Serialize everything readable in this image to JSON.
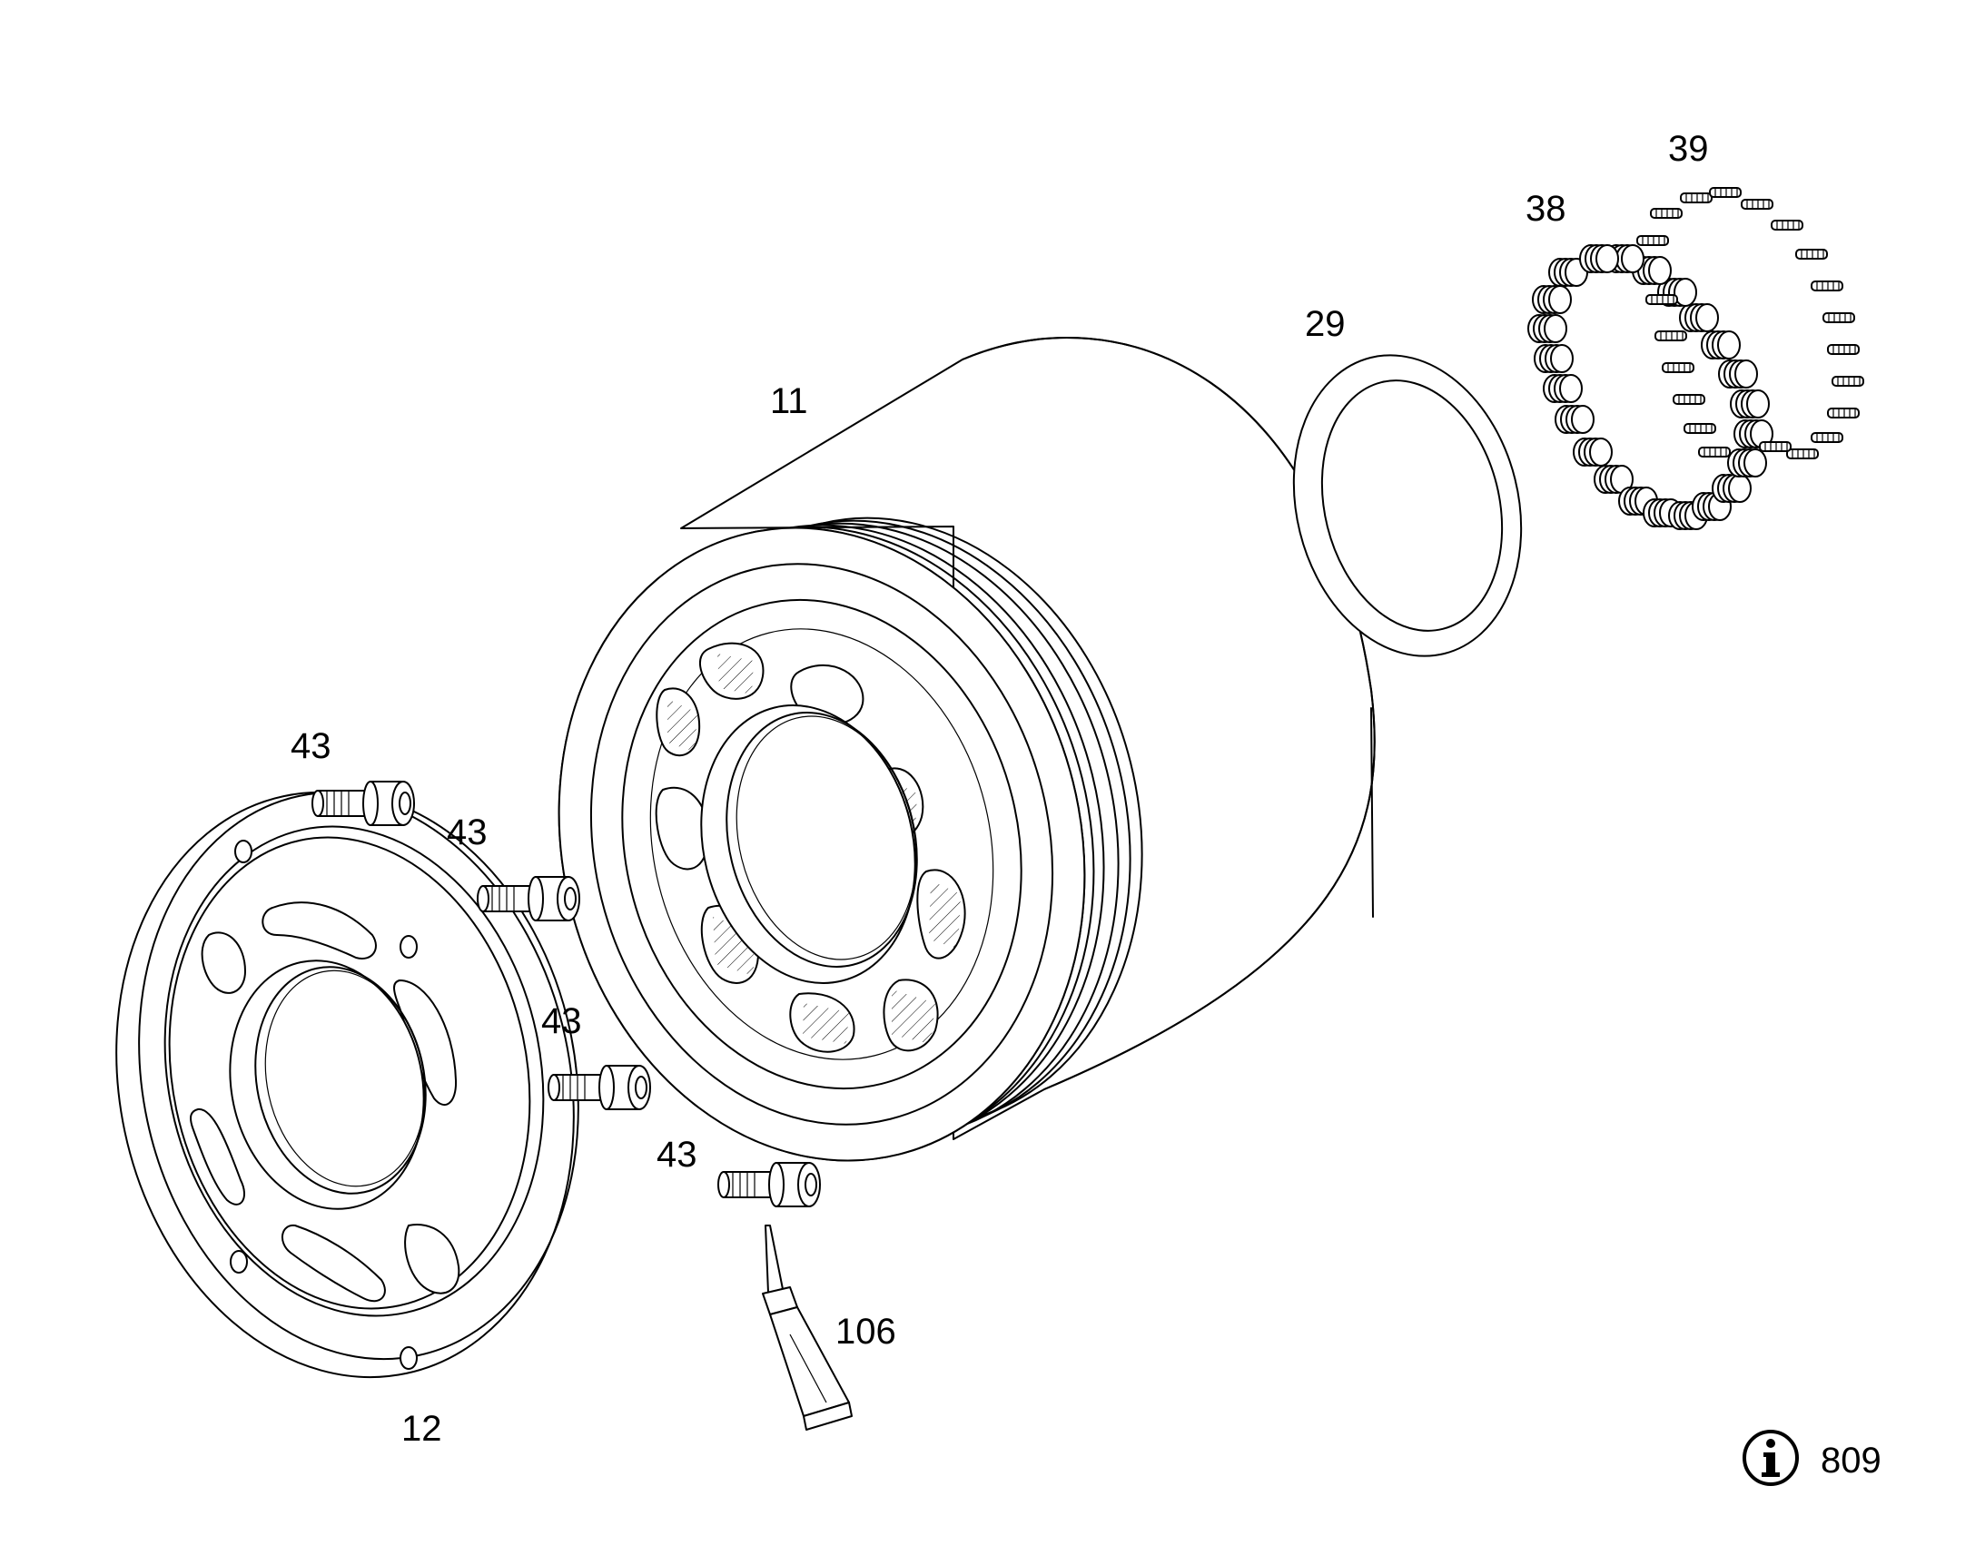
{
  "labels": {
    "part_11": "11",
    "part_12": "12",
    "part_29": "29",
    "part_38": "38",
    "part_39": "39",
    "part_43_a": "43",
    "part_43_b": "43",
    "part_43_c": "43",
    "part_43_d": "43",
    "part_106": "106"
  },
  "info": {
    "icon": "info-icon",
    "reference": "809"
  }
}
